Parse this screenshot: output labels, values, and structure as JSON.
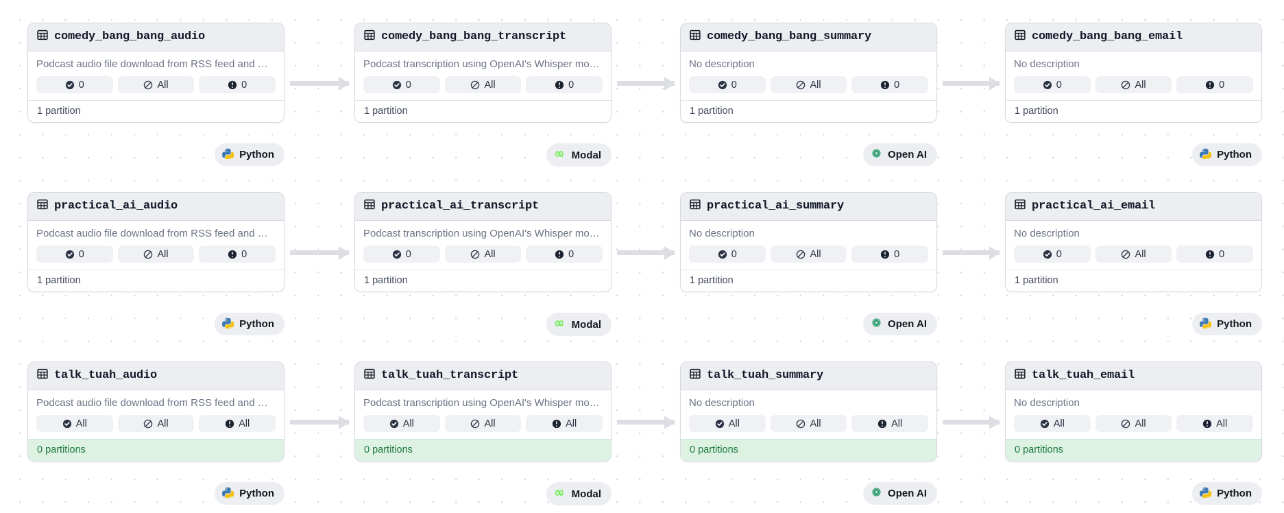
{
  "canvas": {
    "background_color": "#ffffff",
    "dot_color": "#d8dae0",
    "arrow_color": "#dcdee4"
  },
  "labels": {
    "no_description": "No description",
    "desc_audio": "Podcast audio file download from RSS feed and …",
    "desc_transcript": "Podcast transcription using OpenAI's Whisper mo…",
    "partition_one": "1 partition",
    "partition_zero": "0 partitions",
    "val_zero": "0",
    "val_all": "All"
  },
  "tech": {
    "python": "Python",
    "modal": "Modal",
    "openai": "Open AI"
  },
  "rows": [
    {
      "id": "comedy_bang_bang",
      "nodes": [
        {
          "title": "comedy_bang_bang_audio",
          "description": "Podcast audio file download from RSS feed and …",
          "checks": "0",
          "freshness": "All",
          "alerts": "0",
          "footer": "1 partition",
          "state": "normal",
          "tech": "Python"
        },
        {
          "title": "comedy_bang_bang_transcript",
          "description": "Podcast transcription using OpenAI's Whisper mo…",
          "checks": "0",
          "freshness": "All",
          "alerts": "0",
          "footer": "1 partition",
          "state": "normal",
          "tech": "Modal"
        },
        {
          "title": "comedy_bang_bang_summary",
          "description": "No description",
          "checks": "0",
          "freshness": "All",
          "alerts": "0",
          "footer": "1 partition",
          "state": "normal",
          "tech": "Open AI"
        },
        {
          "title": "comedy_bang_bang_email",
          "description": "No description",
          "checks": "0",
          "freshness": "All",
          "alerts": "0",
          "footer": "1 partition",
          "state": "normal",
          "tech": "Python"
        }
      ]
    },
    {
      "id": "practical_ai",
      "nodes": [
        {
          "title": "practical_ai_audio",
          "description": "Podcast audio file download from RSS feed and …",
          "checks": "0",
          "freshness": "All",
          "alerts": "0",
          "footer": "1 partition",
          "state": "normal",
          "tech": "Python"
        },
        {
          "title": "practical_ai_transcript",
          "description": "Podcast transcription using OpenAI's Whisper mo…",
          "checks": "0",
          "freshness": "All",
          "alerts": "0",
          "footer": "1 partition",
          "state": "normal",
          "tech": "Modal"
        },
        {
          "title": "practical_ai_summary",
          "description": "No description",
          "checks": "0",
          "freshness": "All",
          "alerts": "0",
          "footer": "1 partition",
          "state": "normal",
          "tech": "Open AI"
        },
        {
          "title": "practical_ai_email",
          "description": "No description",
          "checks": "0",
          "freshness": "All",
          "alerts": "0",
          "footer": "1 partition",
          "state": "normal",
          "tech": "Python"
        }
      ]
    },
    {
      "id": "talk_tuah",
      "nodes": [
        {
          "title": "talk_tuah_audio",
          "description": "Podcast audio file download from RSS feed and …",
          "checks": "All",
          "freshness": "All",
          "alerts": "All",
          "footer": "0 partitions",
          "state": "green",
          "tech": "Python"
        },
        {
          "title": "talk_tuah_transcript",
          "description": "Podcast transcription using OpenAI's Whisper mo…",
          "checks": "All",
          "freshness": "All",
          "alerts": "All",
          "footer": "0 partitions",
          "state": "green",
          "tech": "Modal"
        },
        {
          "title": "talk_tuah_summary",
          "description": "No description",
          "checks": "All",
          "freshness": "All",
          "alerts": "All",
          "footer": "0 partitions",
          "state": "green",
          "tech": "Open AI"
        },
        {
          "title": "talk_tuah_email",
          "description": "No description",
          "checks": "All",
          "freshness": "All",
          "alerts": "All",
          "footer": "0 partitions",
          "state": "green",
          "tech": "Python"
        }
      ]
    }
  ]
}
